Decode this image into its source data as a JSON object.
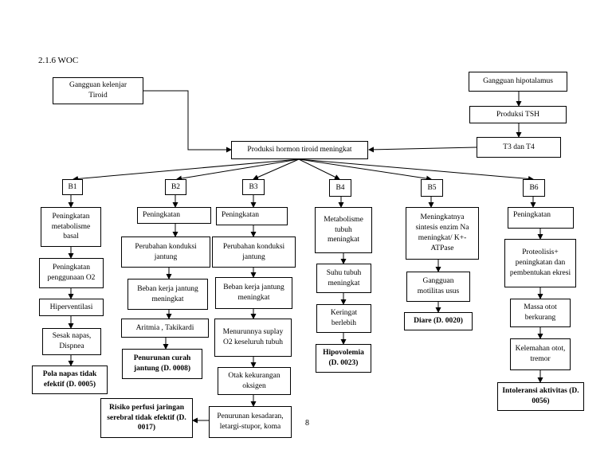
{
  "title": "2.1.6 WOC",
  "page_number": "8",
  "top": {
    "thyroid_gland": "Gangguan kelenjar\nTiroid",
    "hypothalamus": "Gangguan hipotalamus",
    "tsh": "Produksi TSH",
    "t3t4": "T3 dan T4",
    "hormone": "Produksi hormon tiroid meningkat"
  },
  "branches": {
    "b1": {
      "label": "B1",
      "n1": "Peningkatan metabolisme basal",
      "n2": "Peningkatan penggunaan O2",
      "n3": "Hiperventilasi",
      "n4": "Sesak napas, Dispnea",
      "diagnosis": "Pola napas tidak efektif (D. 0005)"
    },
    "b2": {
      "label": "B2",
      "n1": "Peningkatan",
      "n2": "Perubahan konduksi jantung",
      "n3": "Beban kerja jantung meningkat",
      "n4": "Aritmia , Takikardi",
      "diagnosis": "Penurunan curah jantung (D. 0008)"
    },
    "b3": {
      "label": "B3",
      "n1": "Peningkatan",
      "n2": "Perubahan konduksi jantung",
      "n3": "Beban kerja jantung meningkat",
      "n4": "Menurunnya suplay O2 keseluruh tubuh",
      "n5": "Otak kekurangan oksigen",
      "n6": "Penurunan kesadaran, letargi-stupor, koma",
      "diagnosis": "Risiko perfusi jaringan serebral tidak efektif (D. 0017)"
    },
    "b4": {
      "label": "B4",
      "n1": "Metabolisme tubuh meningkat",
      "n2": "Suhu tubuh meningkat",
      "n3": "Keringat berlebih",
      "diagnosis": "Hipovolemia (D. 0023)"
    },
    "b5": {
      "label": "B5",
      "n1": "Meningkatnya sintesis enzim Na meningkat/ K+-ATPase",
      "n2": "Gangguan motilitas usus",
      "diagnosis": "Diare (D. 0020)"
    },
    "b6": {
      "label": "B6",
      "n1": "Peningkatan",
      "n2": "Proteolisis+ peningkatan dan pembentukan ekresi",
      "n3": "Massa otot berkurang",
      "n4": "Kelemahan otot, tremor",
      "diagnosis": "Intoleransi aktivitas (D. 0056)"
    }
  }
}
